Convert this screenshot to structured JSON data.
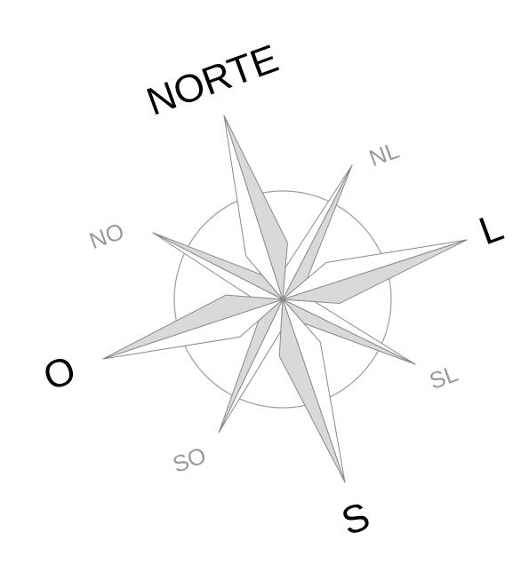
{
  "compass": {
    "labels": {
      "north": "NORTE",
      "east": "L",
      "south": "S",
      "west": "O",
      "northeast": "NL",
      "southeast": "SL",
      "southwest": "SO",
      "northwest": "NO"
    },
    "colors": {
      "shaded": "#d9d9d9",
      "outline": "#8a8a8a",
      "ring": "#9c9c9c",
      "main_label": "#000000",
      "minor_label": "#9a9a9a"
    }
  }
}
